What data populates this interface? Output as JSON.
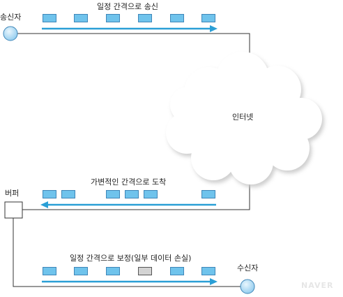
{
  "labels": {
    "sender": "송신자",
    "receiver": "수신자",
    "buffer": "버퍼",
    "internet": "인터넷",
    "send_caption": "일정 간격으로 송신",
    "arrive_caption": "가변적인 간격으로 도착",
    "play_caption": "일정 간격으로 보정(일부 데이터 손실)",
    "watermark": "NAVER"
  },
  "colors": {
    "packet_fill": "#6fc3ec",
    "packet_border": "#3f86b8",
    "lost_fill": "#d3d3d3",
    "lost_border": "#555555",
    "arrow": "#2a9fd6",
    "line": "#333333",
    "node_fill": "#a9d8f2",
    "node_border": "#3f86b8"
  },
  "rows": {
    "send": {
      "packets": [
        "sent",
        "sent",
        "sent",
        "sent",
        "sent",
        "sent"
      ]
    },
    "arrive": {
      "packets": [
        "arrived",
        "arrived",
        "arrived",
        "arrived",
        "arrived",
        "arrived"
      ]
    },
    "play": {
      "packets": [
        "played",
        "played",
        "played",
        "lost",
        "played",
        "played"
      ]
    }
  }
}
